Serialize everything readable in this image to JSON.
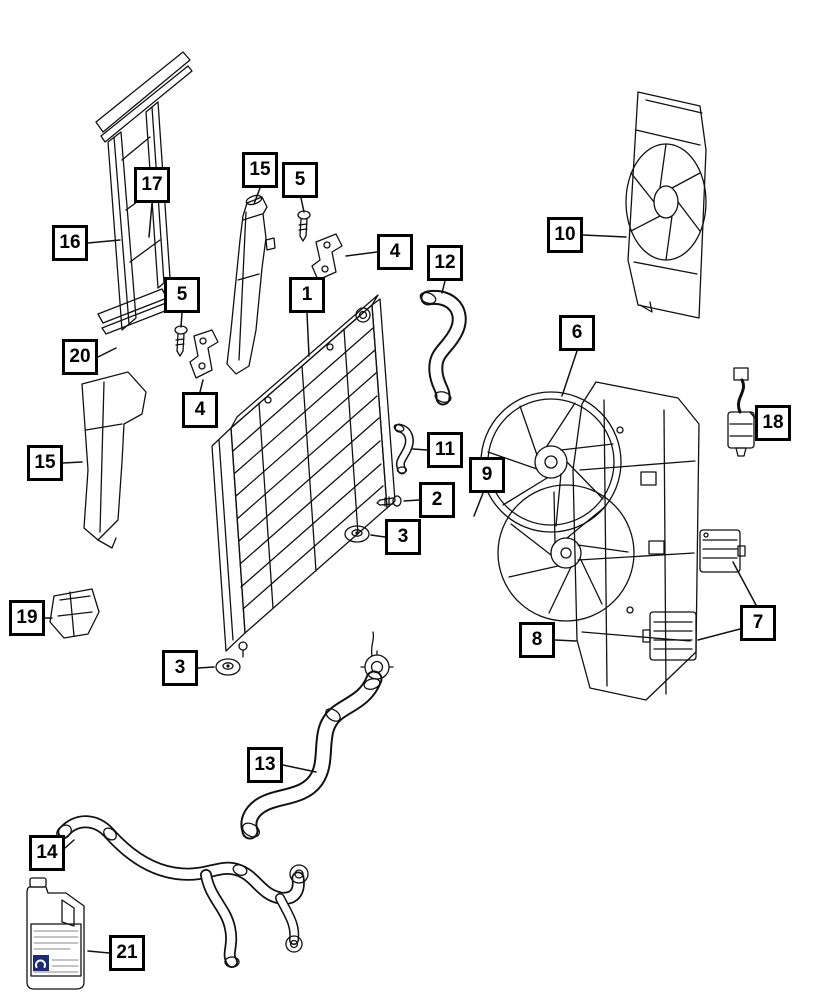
{
  "diagram": {
    "colors": {
      "background": "#ffffff",
      "line": "#111111",
      "jug_logo": "#1e2a78"
    },
    "callouts": [
      {
        "label": "17",
        "part": "radiator-side-seal"
      },
      {
        "label": "16",
        "part": "seal-assembly"
      },
      {
        "label": "15",
        "part": "coolant-recovery-bottle"
      },
      {
        "label": "5",
        "part": "screw-upper"
      },
      {
        "label": "4",
        "part": "bracket-upper"
      },
      {
        "label": "12",
        "part": "upper-radiator-hose"
      },
      {
        "label": "1",
        "part": "radiator"
      },
      {
        "label": "5",
        "part": "screw-left"
      },
      {
        "label": "10",
        "part": "fan-module"
      },
      {
        "label": "6",
        "part": "fan-blade"
      },
      {
        "label": "20",
        "part": "lower-seal"
      },
      {
        "label": "4",
        "part": "bracket-lower"
      },
      {
        "label": "11",
        "part": "vent-tube"
      },
      {
        "label": "9",
        "part": "fan-ring"
      },
      {
        "label": "2",
        "part": "screw-small"
      },
      {
        "label": "3",
        "part": "grommet-right"
      },
      {
        "label": "18",
        "part": "wiring-connector"
      },
      {
        "label": "15",
        "part": "air-baffle"
      },
      {
        "label": "8",
        "part": "fan-shroud"
      },
      {
        "label": "7",
        "part": "control-modules"
      },
      {
        "label": "19",
        "part": "air-deflector"
      },
      {
        "label": "3",
        "part": "grommet-left"
      },
      {
        "label": "13",
        "part": "lower-radiator-hose"
      },
      {
        "label": "14",
        "part": "hose-assembly"
      },
      {
        "label": "21",
        "part": "coolant-jug"
      }
    ]
  }
}
